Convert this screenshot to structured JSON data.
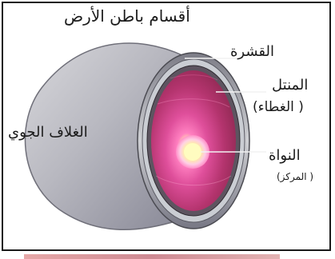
{
  "title": "أقسام باطن الأرض",
  "labels": {
    "crust": "القشرة",
    "mantle": "المنتل",
    "mantle_sub": "( الغطاء)",
    "atmosphere": "الغلاف الجوي",
    "core": "النواة",
    "core_sub": "( المركز)"
  },
  "colors": {
    "atmosphere_shell": "#c9c9cf",
    "crust_ring": "#a7a7b1",
    "mantle": "#9b2f5b",
    "core_glow": "#ff7eb8",
    "core_center": "#ffffc8",
    "frame": "#1a1a1a"
  }
}
